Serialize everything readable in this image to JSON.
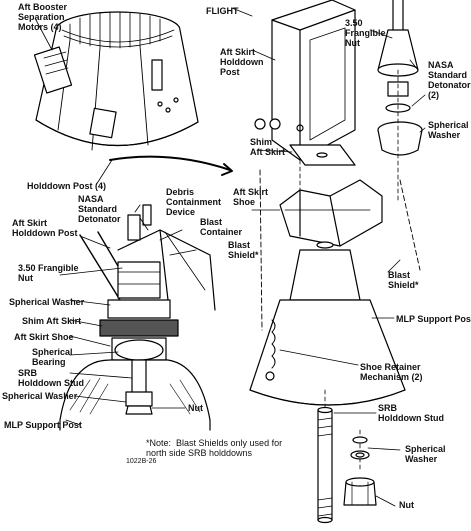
{
  "labels": {
    "aft_booster_sep_motors": "Aft Booster\nSeparation\nMotors (4)",
    "flight": "FLIGHT",
    "frangible_nut_top": "3.50\nFrangible\nNut",
    "aft_skirt_holddown_post_top": "Aft Skirt\nHolddown\nPost",
    "nasa_standard_detonator_right": "NASA\nStandard\nDetonator\n(2)",
    "spherical_washer_right": "Spherical\nWasher",
    "holddown_post_4": "Holddown Post (4)",
    "shim_aft_skirt_top": "Shim\nAft Skirt",
    "debris_containment_device": "Debris\nContainment\nDevice",
    "nasa_standard_detonator_left": "NASA\nStandard\nDetonator",
    "blast_container": "Blast\nContainer",
    "aft_skirt_holddown_post_left": "Aft Skirt\nHolddown Post",
    "blast_shield_left": "Blast\nShield*",
    "aft_skirt_shoe_right": "Aft Skirt\nShoe",
    "frangible_nut_left": "3.50 Frangible\nNut",
    "spherical_washer_left_1": "Spherical Washer",
    "blast_shield_right": "Blast\nShield*",
    "shim_aft_skirt_left": "Shim Aft Skirt",
    "aft_skirt_shoe_left": "Aft Skirt Shoe",
    "mlp_support_post_right": "MLP Support Post",
    "spherical_bearing": "Spherical\nBearing",
    "srb_holddown_stud_left": "SRB\nHolddown Stud",
    "shoe_retainer_mechanism": "Shoe Retainer\nMechanism (2)",
    "spherical_washer_left_2": "Spherical Washer",
    "nut_left": "Nut",
    "srb_holddown_stud_right": "SRB\nHolddown Stud",
    "mlp_support_post_left": "MLP Support Post",
    "note": "*Note:  Blast Shields only used for\nnorth side SRB holddowns",
    "spherical_washer_bottom": "Spherical\nWasher",
    "figure_id": "1022B-26",
    "nut_bottom": "Nut"
  }
}
